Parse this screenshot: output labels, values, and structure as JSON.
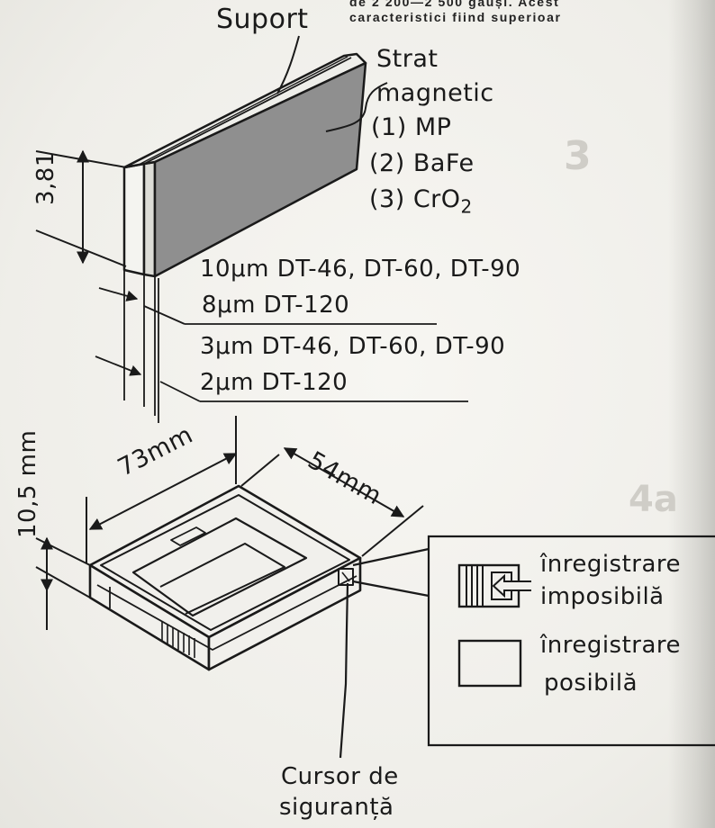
{
  "header_text": {
    "line1": "de  2 200—2 500  gauși. Acest",
    "line2": "caracteristici  fiind  superioar"
  },
  "tape_section": {
    "support_label": "Suport",
    "layer_title_1": "Strat",
    "layer_title_2": "magnetic",
    "layer_items": [
      "(1) MP",
      "(2) BaFe",
      "(3) CrO"
    ],
    "cro_subscript": "2",
    "width_label": "3,81",
    "thickness_line1": "10μm DT-46, DT-60, DT-90",
    "thickness_line2": "8μm DT-120",
    "thickness_line3": "3μm DT-46, DT-60, DT-90",
    "thickness_line4": "2μm DT-120"
  },
  "cassette": {
    "height_label": "10,5 mm",
    "length_label": "73mm",
    "depth_label": "54mm",
    "cursor_label_1": "Cursor de",
    "cursor_label_2": "siguranță"
  },
  "legend": {
    "impossible_1": "înregistrare",
    "impossible_2": "imposibilă",
    "possible_1": "înregistrare",
    "possible_2": "posibilă"
  },
  "margin_marks": [
    "3",
    "4a"
  ],
  "colors": {
    "ink": "#1a1a1a",
    "paper": "#f3f2ee",
    "tape_face": "#8f8f8f",
    "faded_mark": "#cfcdc7"
  }
}
